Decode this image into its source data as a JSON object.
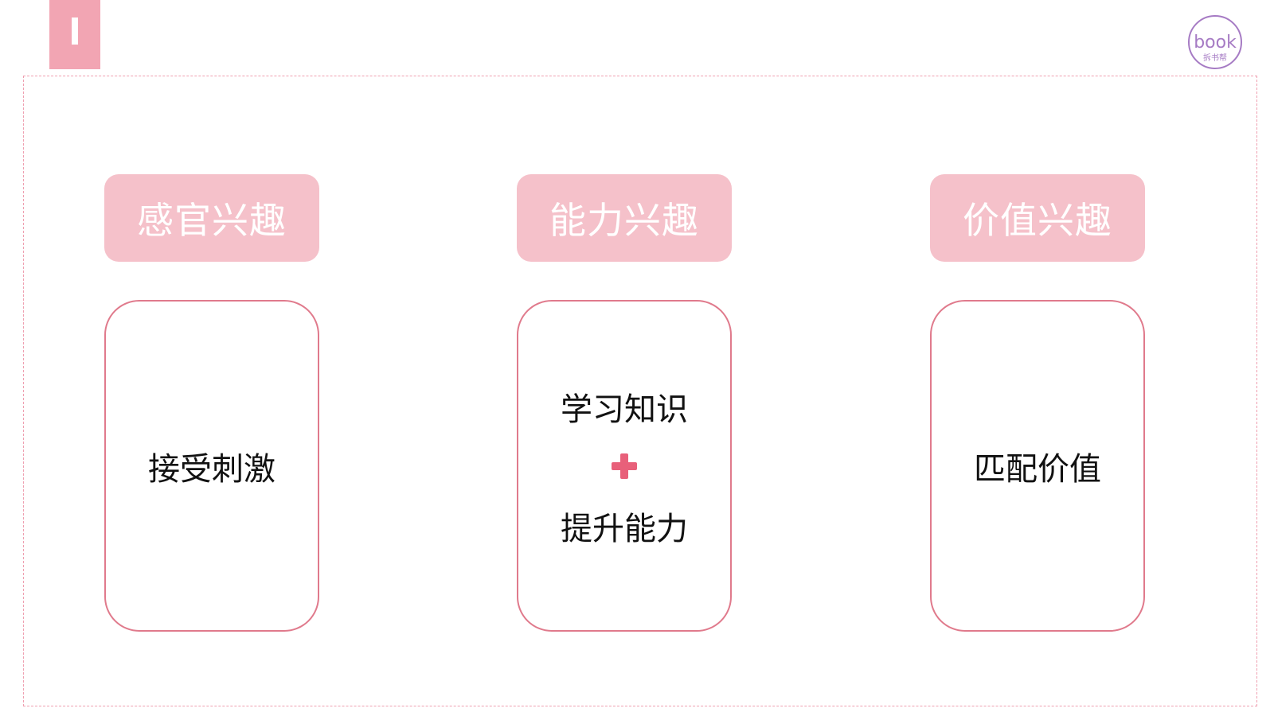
{
  "logo": {
    "text": "book",
    "sub": "拆书帮"
  },
  "columns": [
    {
      "header": "感官兴趣",
      "lines": [
        "接受刺激"
      ]
    },
    {
      "header": "能力兴趣",
      "lines": [
        "学习知识",
        "提升能力"
      ],
      "connector": "plus-icon"
    },
    {
      "header": "价值兴趣",
      "lines": [
        "匹配价值"
      ]
    }
  ],
  "colors": {
    "accent": "#f2a5b3",
    "pill": "#f5c1ca",
    "border": "#e07a8c",
    "plus": "#e8607a",
    "logo": "#a67bc4"
  }
}
